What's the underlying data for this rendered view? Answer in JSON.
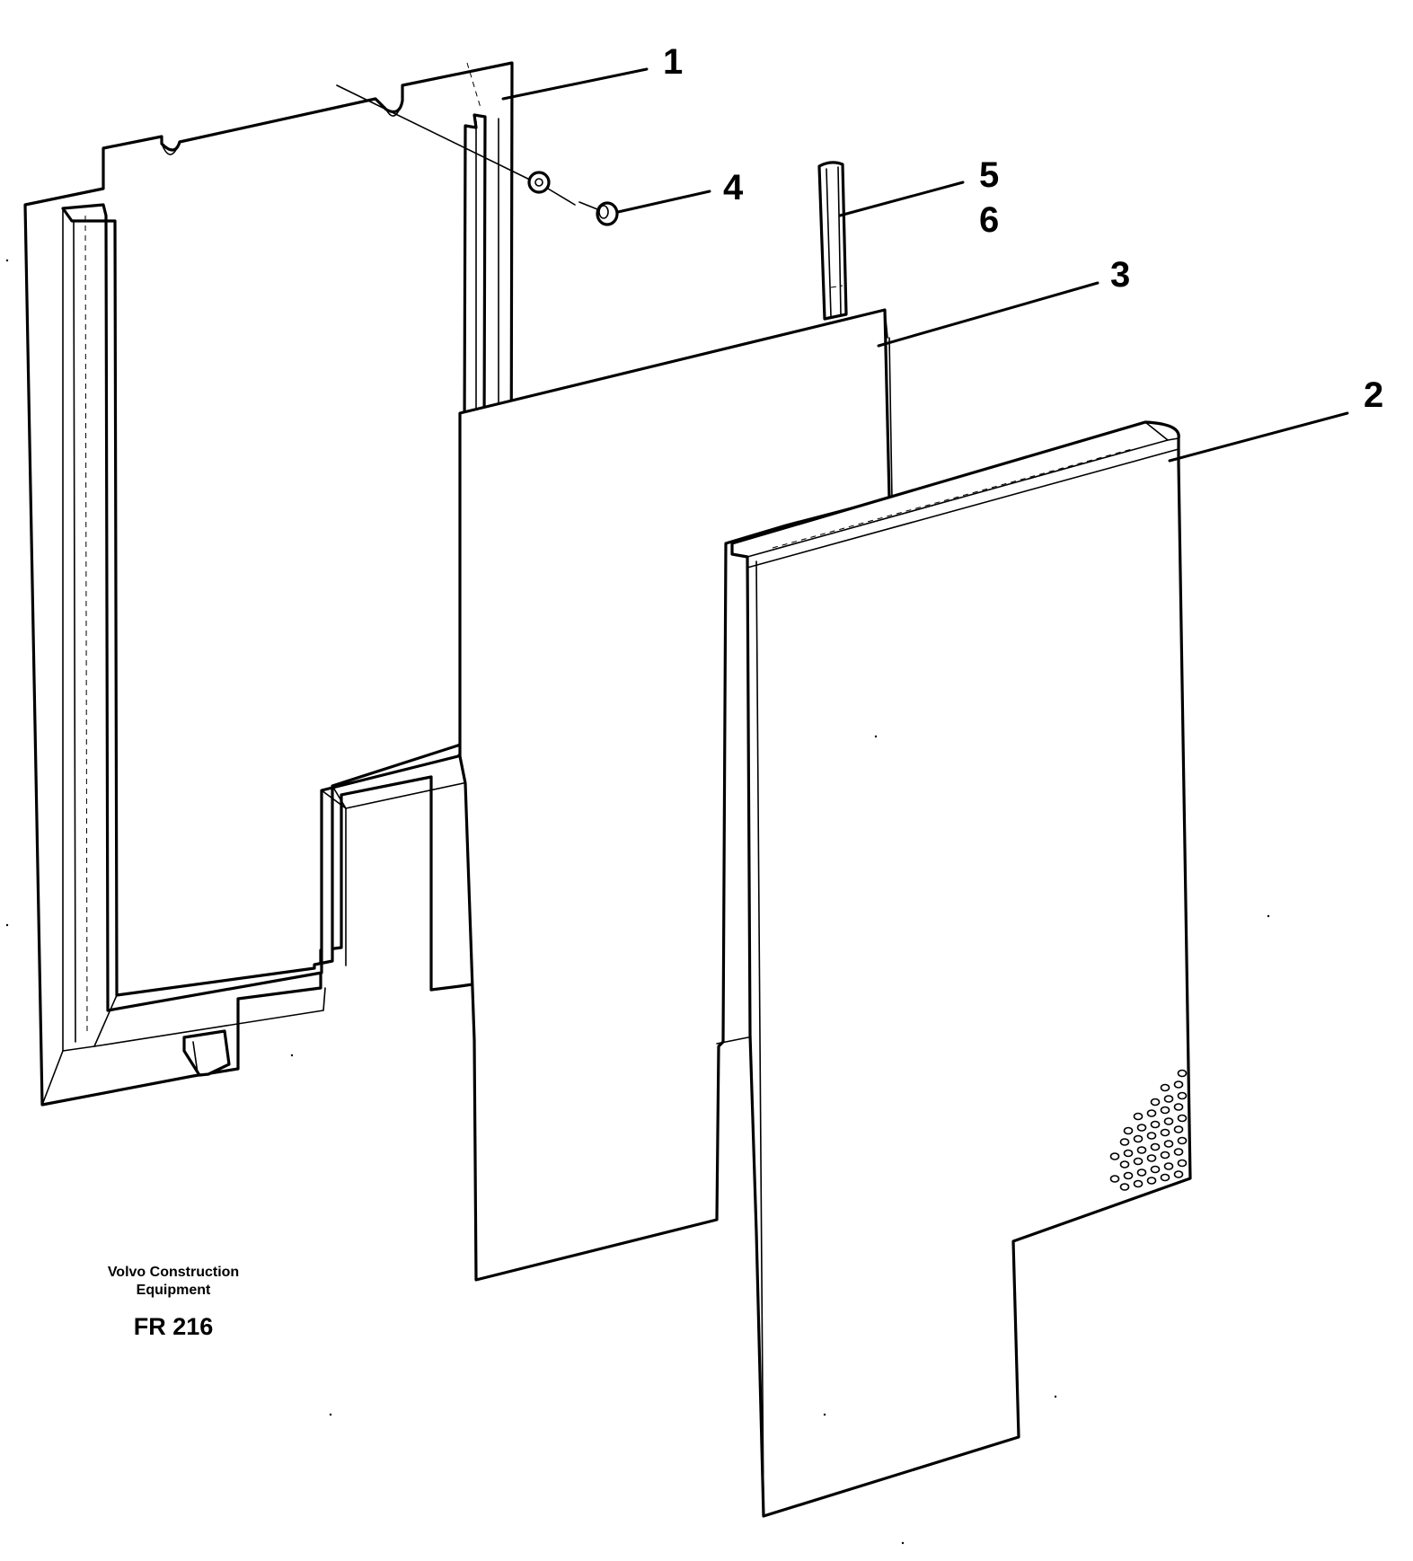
{
  "diagram": {
    "callouts": [
      {
        "id": "1",
        "label": "1"
      },
      {
        "id": "2",
        "label": "2"
      },
      {
        "id": "3",
        "label": "3"
      },
      {
        "id": "4",
        "label": "4"
      },
      {
        "id": "5",
        "label": "5"
      },
      {
        "id": "6",
        "label": "6"
      }
    ],
    "publisher_line1": "Volvo Construction",
    "publisher_line2": "Equipment",
    "drawing_code": "FR 216"
  },
  "colors": {
    "line": "#000000",
    "background": "#ffffff"
  }
}
